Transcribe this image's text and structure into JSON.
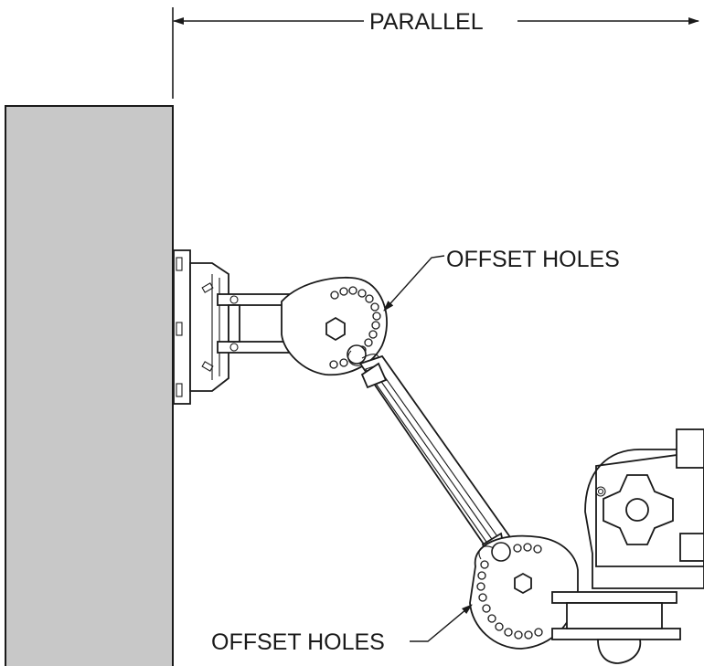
{
  "labels": {
    "parallel": "PARALLEL",
    "offset_holes_top": "OFFSET HOLES",
    "offset_holes_bottom": "OFFSET HOLES"
  },
  "colors": {
    "wall": "#c8c8c8",
    "line": "#1a1a1a",
    "background": "#ffffff"
  }
}
